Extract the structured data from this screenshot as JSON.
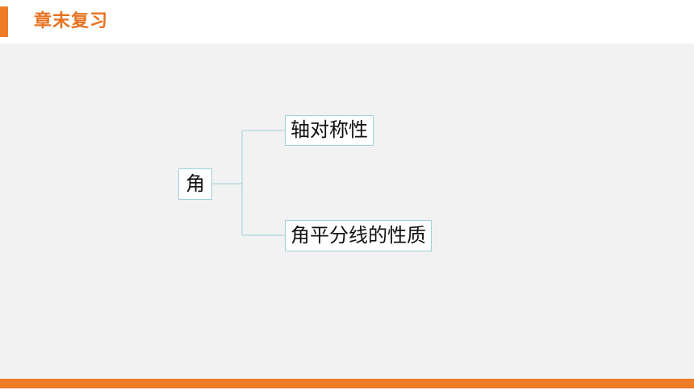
{
  "header": {
    "title": "章末复习"
  },
  "diagram": {
    "root": "角",
    "branches": [
      {
        "label": "轴对称性"
      },
      {
        "label": "角平分线的性质"
      }
    ]
  },
  "colors": {
    "accent": "#f07c28",
    "title": "#e8711f",
    "connector": "#9fd0da",
    "panel": "#f2f2f2"
  }
}
